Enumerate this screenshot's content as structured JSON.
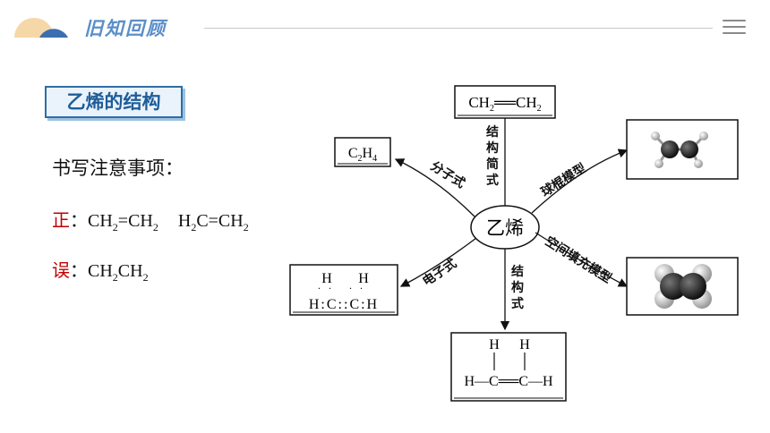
{
  "header": {
    "title": "旧知回顾",
    "menu_icon": "hamburger-menu-icon",
    "accent_color": "#5b8fc9"
  },
  "section": {
    "title": "乙烯的结构"
  },
  "notes": {
    "heading": "书写注意事项：",
    "correct": {
      "label": "正",
      "colon": "：",
      "formula1": [
        "CH",
        "2",
        "=CH",
        "2"
      ],
      "formula2": [
        "H",
        "2",
        "C=CH",
        "2"
      ],
      "color": "#c00000"
    },
    "wrong": {
      "label": "误",
      "colon": "：",
      "formula": [
        "CH",
        "2",
        "CH",
        "2"
      ],
      "color": "#c00000"
    }
  },
  "diagram": {
    "center": "乙烯",
    "structural_simple": {
      "parts": [
        "CH",
        "2",
        "══CH",
        "2"
      ]
    },
    "structural_simple_label": [
      "结",
      "构",
      "简",
      "式"
    ],
    "molecular_formula": {
      "parts": [
        "C",
        "2",
        "H",
        "4"
      ]
    },
    "molecular_formula_label": "分子式",
    "ball_stick_label": "球棍模型",
    "space_filling_label": "空间填充模型",
    "electron_label": "电子式",
    "electron_formula": {
      "top": "H  H",
      "dots_top": "··  ··",
      "middle": "H:C::C:H"
    },
    "structural_label": [
      "结",
      "构",
      "式"
    ],
    "structural_formula": {
      "top": "H  H",
      "bottom": "H—C══C—H"
    }
  }
}
